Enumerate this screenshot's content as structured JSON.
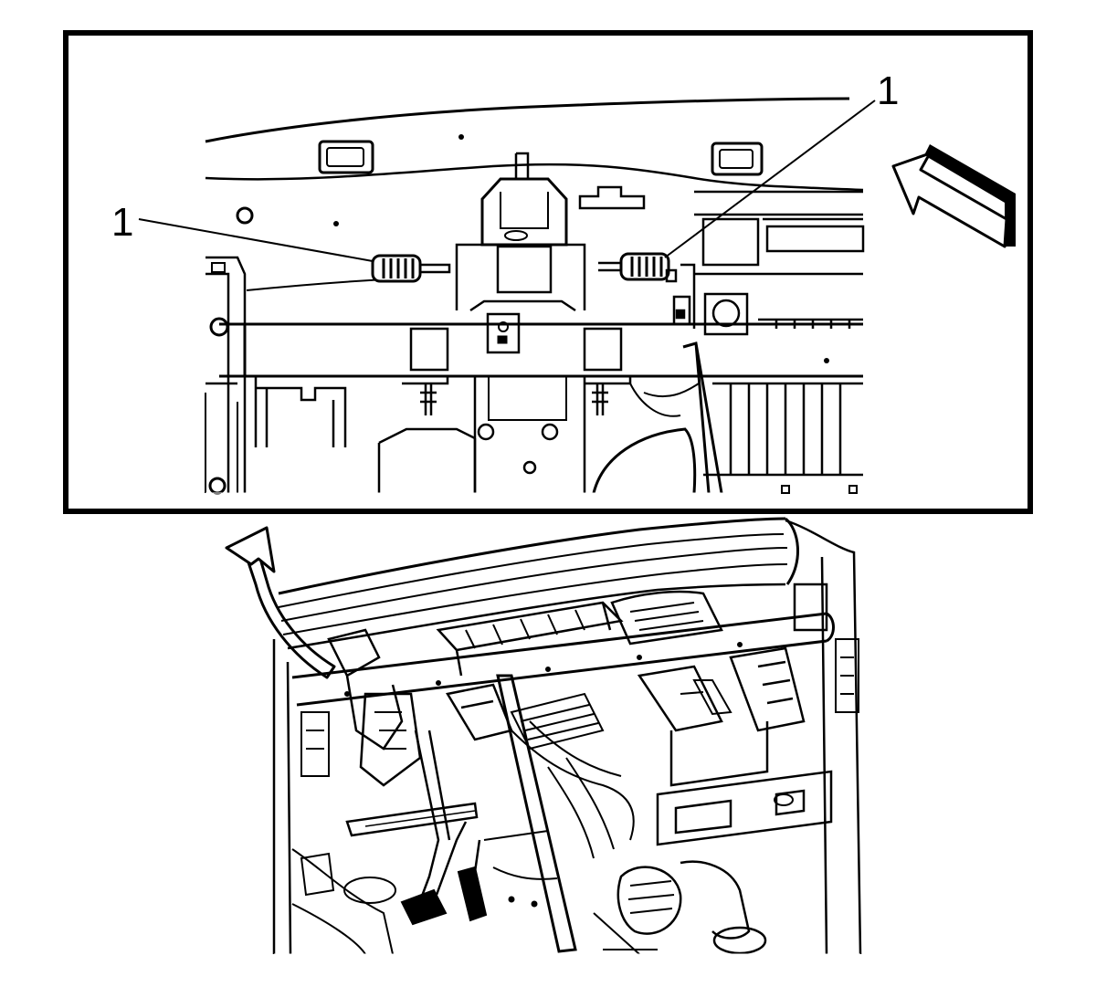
{
  "figure": {
    "callouts": [
      {
        "id": "left",
        "label": "1"
      },
      {
        "id": "right",
        "label": "1"
      }
    ]
  },
  "colors": {
    "ink": "#000000",
    "paper": "#ffffff",
    "line_gray": "#222222"
  },
  "icons": [
    "view-direction-arrow-icon",
    "curved-motion-arrow-icon"
  ]
}
